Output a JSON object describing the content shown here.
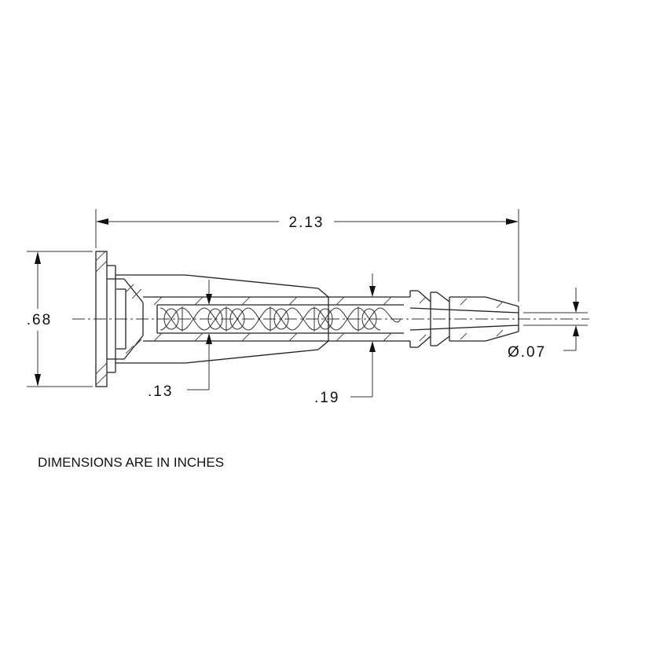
{
  "dimensions": {
    "overall_length": "2.13",
    "flange_diameter": ".68",
    "inner_bore": ".13",
    "outer_tube": ".19",
    "tip_diameter": "Ø.07"
  },
  "note": "DIMENSIONS ARE IN INCHES"
}
